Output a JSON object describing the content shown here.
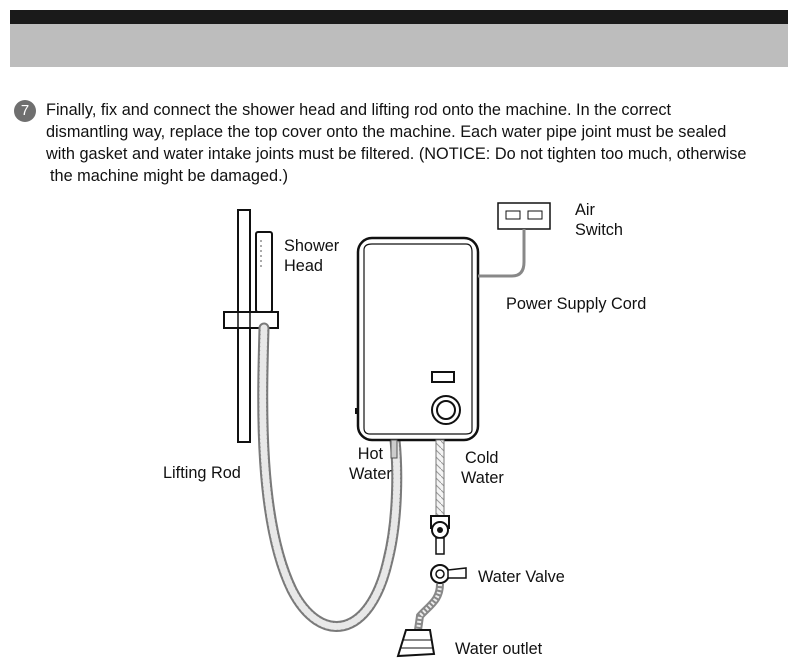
{
  "header": {
    "step_number": "7"
  },
  "instruction": {
    "lines": [
      "Finally, fix and connect the shower head and lifting rod onto the machine. In the correct",
      "dismantling way, replace the top cover onto the machine. Each water pipe joint must be sealed",
      "with gasket and water intake joints must be filtered. (NOTICE: Do not tighten too much, otherwise",
      "the machine might be damaged.)"
    ]
  },
  "diagram": {
    "labels": {
      "air_switch": [
        "Air",
        "Switch"
      ],
      "shower_head": [
        "Shower",
        "Head"
      ],
      "power_supply_cord": "Power Supply Cord",
      "hot_water": [
        "Hot",
        "Water"
      ],
      "cold_water": [
        "Cold",
        "Water"
      ],
      "lifting_rod": "Lifting  Rod",
      "water_valve": "Water  Valve",
      "water_outlet": "Water outlet"
    }
  }
}
